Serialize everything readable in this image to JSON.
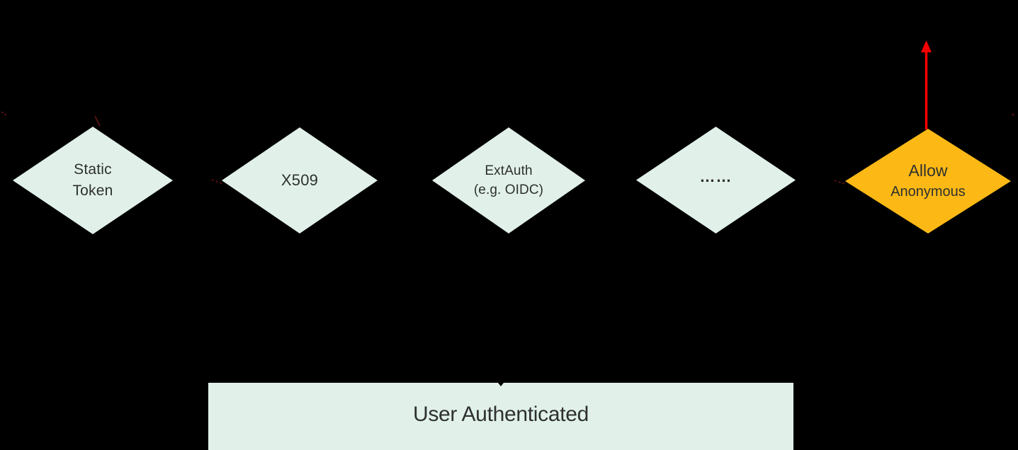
{
  "colors": {
    "background": "#000000",
    "node_fill": "#E1F1EA",
    "highlight_fill": "#FCB915",
    "arrow_red": "#F40000",
    "node_text": "#2E302F",
    "artifact_red": "#521110"
  },
  "diagram": {
    "authenticators": [
      {
        "id": "static-token",
        "label_line1": "Static",
        "label_line2": "Token"
      },
      {
        "id": "x509",
        "label_line1": "X509"
      },
      {
        "id": "extauth",
        "label_line1": "ExtAuth",
        "label_line2": "(e.g. OIDC)"
      },
      {
        "id": "ellipsis",
        "label_line1": "……"
      },
      {
        "id": "allow-anonymous",
        "label_line1": "Allow",
        "label_line2": "Anonymous"
      }
    ],
    "result_box": {
      "label": "User Authenticated"
    },
    "icons": {
      "allow_anonymous_arrow": "red-up-arrow"
    }
  }
}
